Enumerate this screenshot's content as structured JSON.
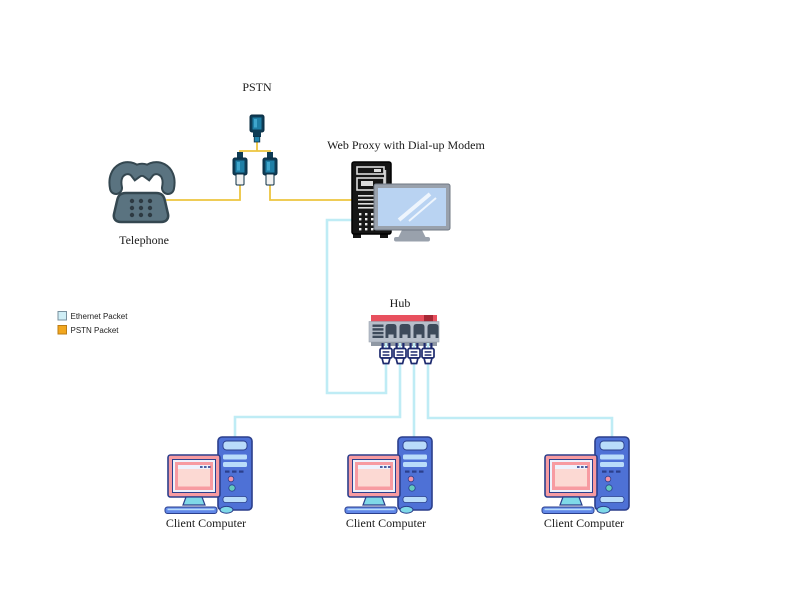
{
  "nodes": {
    "pstn": {
      "label": "PSTN"
    },
    "telephone": {
      "label": "Telephone"
    },
    "proxy": {
      "label": "Web Proxy with Dial-up Modem"
    },
    "hub": {
      "label": "Hub"
    },
    "clients": [
      {
        "label": "Client Computer"
      },
      {
        "label": "Client Computer"
      },
      {
        "label": "Client Computer"
      }
    ]
  },
  "legend": {
    "items": [
      {
        "label": "Ethernet Packet",
        "swatch": "#cfeef6",
        "swatch_border": "#78909e"
      },
      {
        "label": "PSTN Packet",
        "swatch": "#f2a71e",
        "swatch_border": "#bc7d16"
      }
    ]
  },
  "colors": {
    "ethernet_line": "#bfecf5",
    "pstn_line": "#edc53f"
  }
}
